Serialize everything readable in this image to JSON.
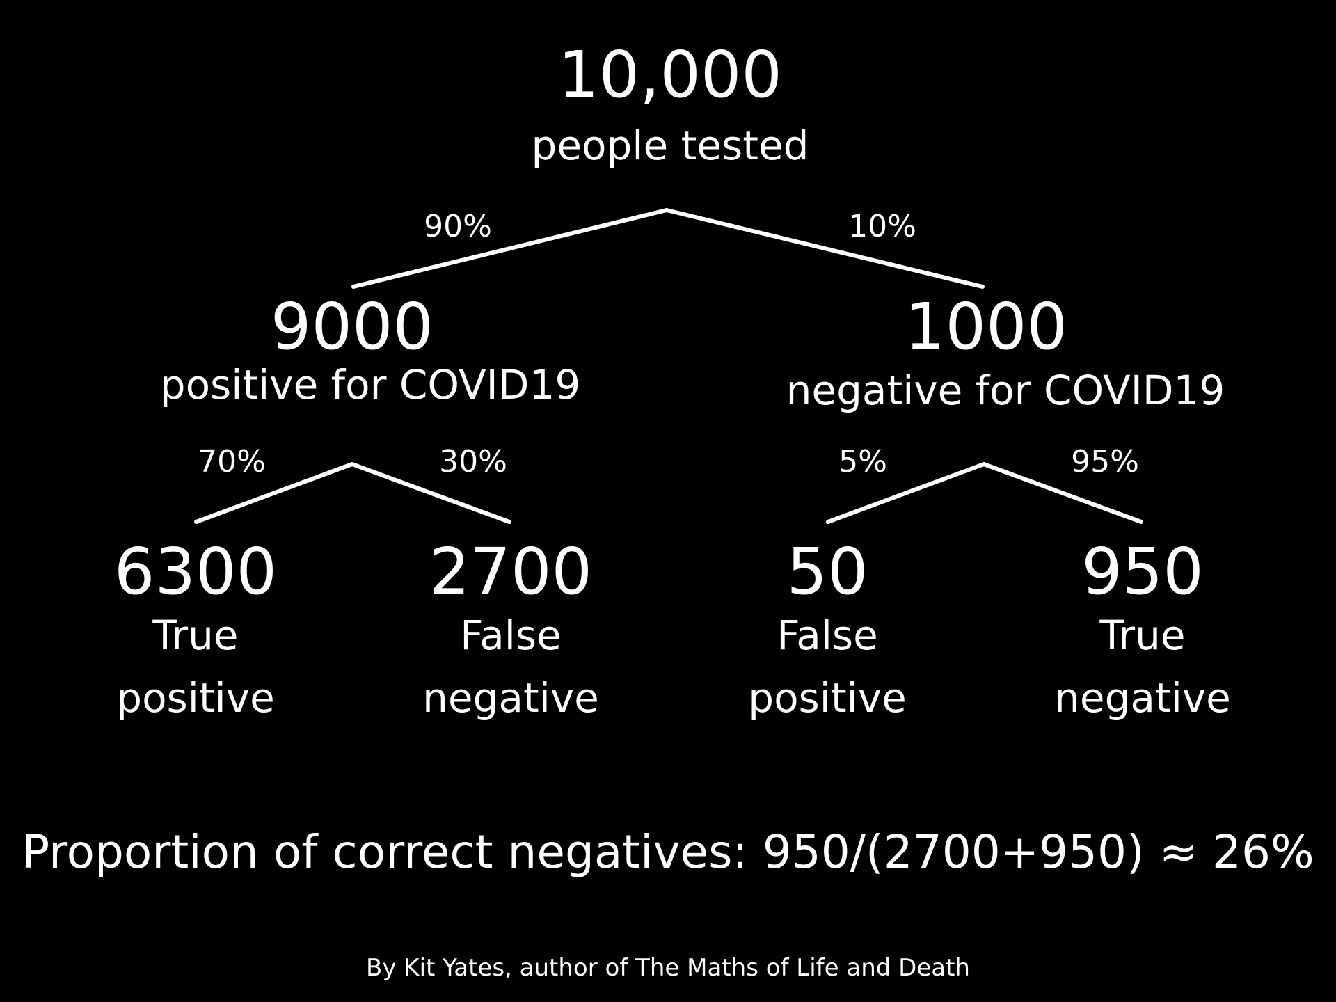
{
  "root": {
    "count": "10,000",
    "label": "people tested"
  },
  "level1": {
    "left": {
      "percent": "90%",
      "count": "9000",
      "label": "positive for COVID19"
    },
    "right": {
      "percent": "10%",
      "count": "1000",
      "label": "negative for COVID19"
    }
  },
  "level2": {
    "true_positive": {
      "percent": "70%",
      "count": "6300",
      "line1": "True",
      "line2": "positive"
    },
    "false_negative": {
      "percent": "30%",
      "count": "2700",
      "line1": "False",
      "line2": "negative"
    },
    "false_positive": {
      "percent": "5%",
      "count": "50",
      "line1": "False",
      "line2": "positive"
    },
    "true_negative": {
      "percent": "95%",
      "count": "950",
      "line1": "True",
      "line2": "negative"
    }
  },
  "summary": "Proportion of correct negatives: 950/(2700+950) ≈ 26%",
  "credit": "By Kit Yates, author of The Maths of Life and Death",
  "colors": {
    "background": "#000000",
    "foreground": "#ffffff"
  }
}
